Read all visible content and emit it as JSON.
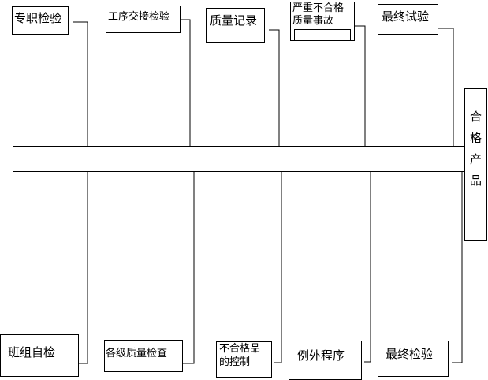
{
  "top_causes": [
    {
      "label": "专职检验"
    },
    {
      "label": "工序交接检验"
    },
    {
      "label": "质量记录"
    },
    {
      "label_line1": "严重不合格",
      "label_line2": "质量事故"
    },
    {
      "label": "最终试验"
    }
  ],
  "bottom_causes": [
    {
      "label": "班组自检"
    },
    {
      "label": "各级质量检查"
    },
    {
      "label_line1": "不合格品",
      "label_line2": "的控制"
    },
    {
      "label": "例外程序"
    },
    {
      "label": "最终检验"
    }
  ],
  "result": {
    "chars": [
      "合",
      "格",
      "产",
      "品"
    ]
  }
}
